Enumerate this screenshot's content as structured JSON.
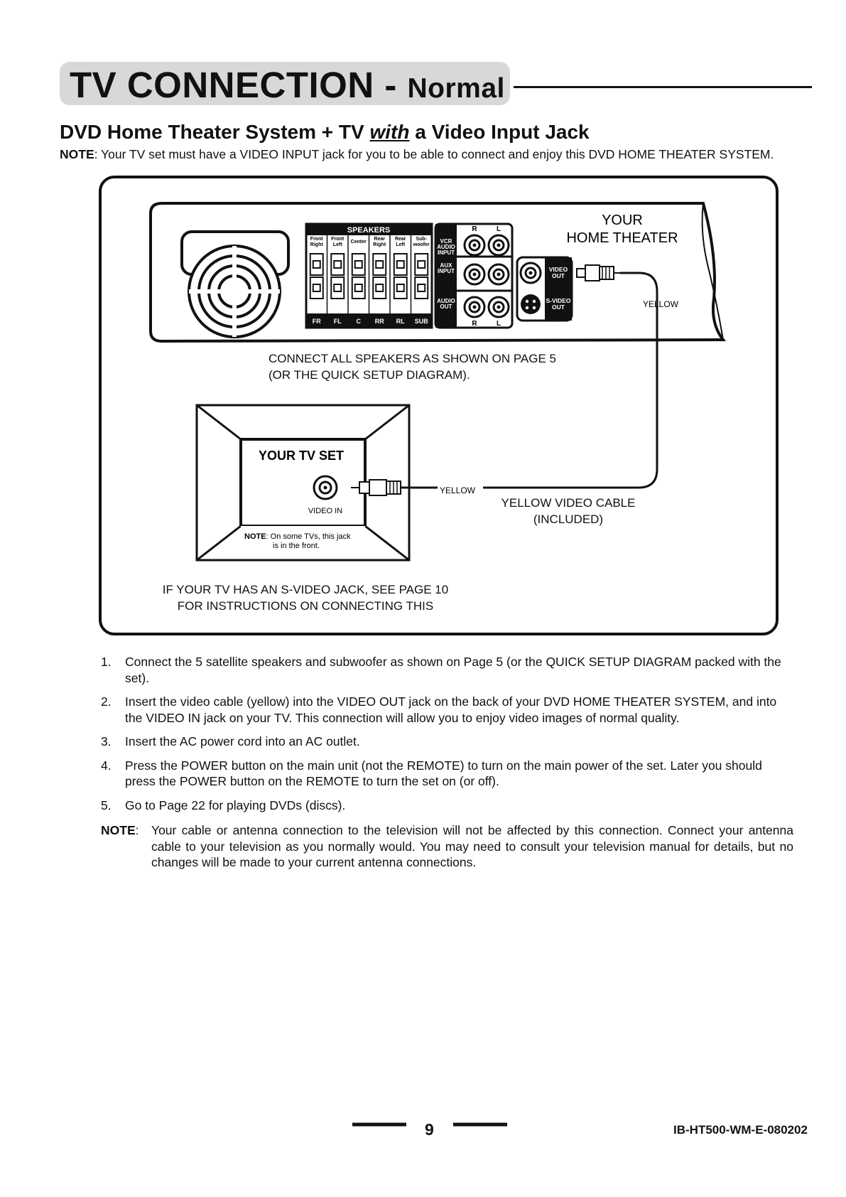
{
  "page": {
    "title_main": "TV CONNECTION - ",
    "title_sub": "Normal",
    "subheading": {
      "part1": "DVD Home Theater System + TV ",
      "with": "with",
      "part2": " a Video Input Jack"
    },
    "note_top": {
      "label": "NOTE",
      "text": ": Your TV set must have a VIDEO INPUT jack for you to be able to connect and enjoy this DVD HOME THEATER SYSTEM."
    }
  },
  "diagram": {
    "home_theater_label_1": "YOUR",
    "home_theater_label_2": "HOME THEATER",
    "speakers_header": "SPEAKERS",
    "speaker_top_labels": [
      [
        "Front",
        "Right"
      ],
      [
        "Front",
        "Left"
      ],
      [
        "Center",
        ""
      ],
      [
        "Rear",
        "Right"
      ],
      [
        "Rear",
        "Left"
      ],
      [
        "Sub-",
        "woofer"
      ]
    ],
    "speaker_bottom_labels": [
      "FR",
      "FL",
      "C",
      "RR",
      "RL",
      "SUB"
    ],
    "audio_r": "R",
    "audio_l": "L",
    "vcr_audio_input": [
      "VCR",
      "AUDIO",
      "INPUT"
    ],
    "aux_input": [
      "AUX",
      "INPUT"
    ],
    "audio_out": [
      "AUDIO",
      "OUT"
    ],
    "video_out": [
      "VIDEO",
      "OUT"
    ],
    "s_video_out": [
      "S-VIDEO",
      "OUT"
    ],
    "yellow_top": "YELLOW",
    "yellow_tv": "YELLOW",
    "speakers_note_1": "CONNECT ALL SPEAKERS AS SHOWN ON PAGE 5",
    "speakers_note_2": "(OR THE QUICK SETUP DIAGRAM).",
    "tv_label": "YOUR TV SET",
    "video_in": "VIDEO IN",
    "tv_note_label": "NOTE",
    "tv_note_1": ": On some TVs, this jack",
    "tv_note_2": "is in the front.",
    "cable_label_1": "YELLOW VIDEO CABLE",
    "cable_label_2": "(INCLUDED)",
    "svideo_note_1": "IF YOUR TV HAS AN S-VIDEO JACK, SEE PAGE 10",
    "svideo_note_2": "FOR INSTRUCTIONS ON CONNECTING THIS"
  },
  "steps": [
    {
      "num": "1.",
      "text": "Connect the 5 satellite speakers and subwoofer as shown on Page 5 (or the QUICK SETUP DIAGRAM packed with the set)."
    },
    {
      "num": "2.",
      "text": "Insert the video cable (yellow) into the VIDEO OUT jack on the back of your DVD HOME THEATER SYSTEM, and into the VIDEO IN jack on your TV. This connection will allow you to enjoy video images of normal quality."
    },
    {
      "num": "3.",
      "text": "Insert the AC power cord into an AC outlet."
    },
    {
      "num": "4.",
      "text": "Press the POWER button on the main unit (not the REMOTE) to turn on the main power of the set. Later you should press the POWER button on the REMOTE to turn the set on (or off)."
    },
    {
      "num": "5.",
      "text": "Go to Page 22 for playing DVDs (discs)."
    }
  ],
  "note_bottom": {
    "label": "NOTE",
    "colon": ":",
    "text": "Your cable or antenna connection to the television will not be affected by this connection. Connect your antenna cable to your television as you normally would. You may need to consult your television manual for details, but no changes will be made to your current antenna connections."
  },
  "footer": {
    "page_number": "9",
    "doc_code": "IB-HT500-WM-E-080202"
  }
}
